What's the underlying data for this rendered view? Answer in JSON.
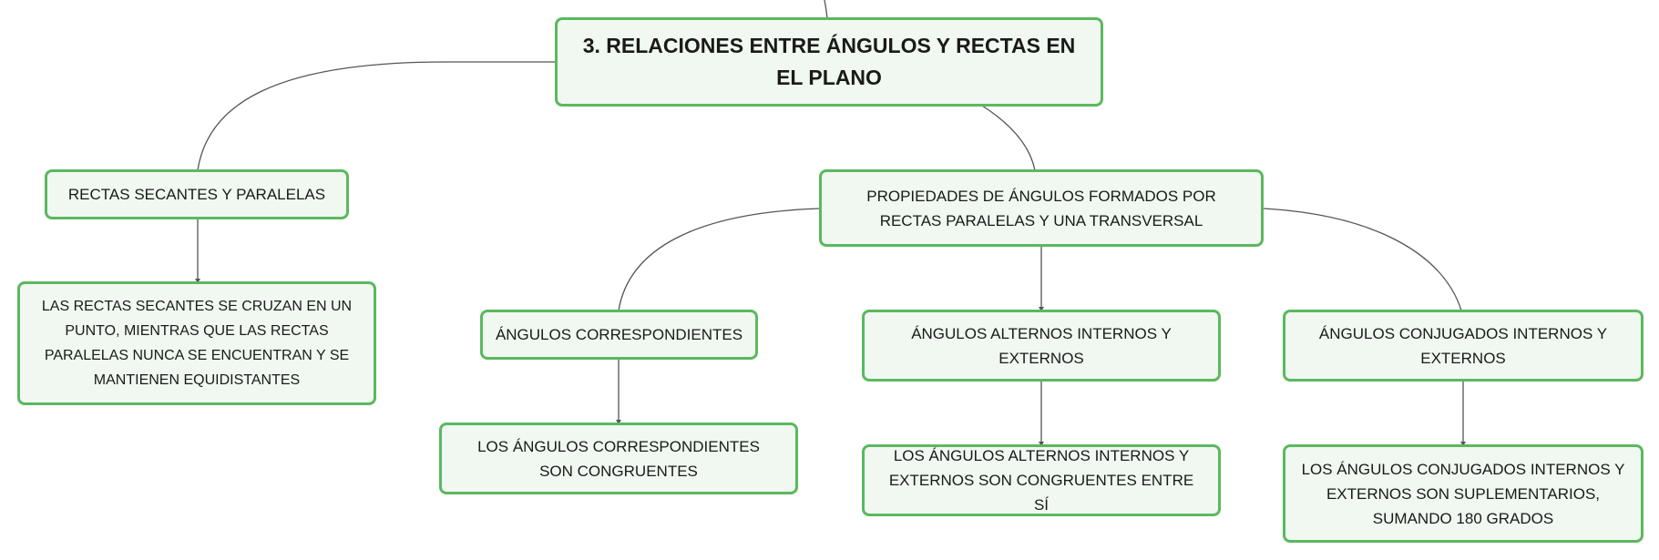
{
  "diagram": {
    "root": "3. RELACIONES ENTRE ÁNGULOS Y RECTAS EN EL PLANO",
    "secantes": "RECTAS SECANTES Y PARALELAS",
    "secantes_desc": "LAS RECTAS SECANTES SE CRUZAN EN UN PUNTO, MIENTRAS QUE LAS RECTAS PARALELAS NUNCA SE ENCUENTRAN Y SE MANTIENEN EQUIDISTANTES",
    "propiedades": "PROPIEDADES DE ÁNGULOS FORMADOS POR RECTAS PARALELAS Y UNA TRANSVERSAL",
    "correspondientes": "ÁNGULOS CORRESPONDIENTES",
    "correspondientes_desc": "LOS ÁNGULOS CORRESPONDIENTES SON CONGRUENTES",
    "alternos": "ÁNGULOS ALTERNOS INTERNOS Y EXTERNOS",
    "alternos_desc": "LOS ÁNGULOS ALTERNOS INTERNOS Y EXTERNOS SON CONGRUENTES ENTRE SÍ",
    "conjugados": "ÁNGULOS CONJUGADOS INTERNOS Y EXTERNOS",
    "conjugados_desc": "LOS ÁNGULOS CONJUGADOS INTERNOS Y EXTERNOS SON SUPLEMENTARIOS, SUMANDO 180 GRADOS"
  },
  "colors": {
    "node_border": "#5cb85f",
    "node_fill": "#f0f8f1",
    "connector": "#555555"
  }
}
